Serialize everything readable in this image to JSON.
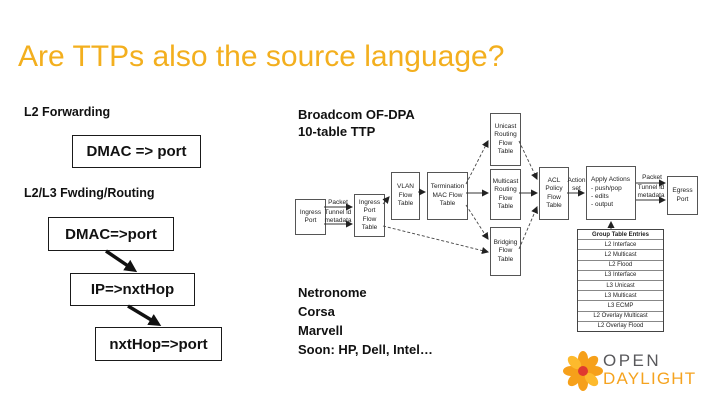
{
  "title": "Are TTPs also the source language?",
  "colors": {
    "title": "#F3AF1E",
    "logo_orange": "#F5A31F",
    "logo_petal": "#F6A01A",
    "logo_petal_alt": "#FDBA2D",
    "logo_center": "#E03A2F",
    "logo_gray": "#59595C"
  },
  "left_column": {
    "heading_l2": "L2 Forwarding",
    "l2_box": "DMAC => port",
    "heading_l2l3": "L2/L3 Fwding/Routing",
    "chain": [
      "DMAC=>port",
      "IP=>nxtHop",
      "nxtHop=>port"
    ]
  },
  "diagram": {
    "heading": "Broadcom OF-DPA\n10-table TTP",
    "nodes": {
      "ingress_port": "Ingress\nPort",
      "ingress_port_flow_table": "Ingress\nPort\nFlow\nTable",
      "vlan_flow_table": "VLAN\nFlow\nTable",
      "termination_mac_flow_table": "Termination\nMAC Flow\nTable",
      "unicast_routing_flow_table": "Unicast\nRouting\nFlow\nTable",
      "multicast_routing_flow_table": "Multicast\nRouting\nFlow\nTable",
      "bridging_flow_table": "Bridging\nFlow\nTable",
      "acl_policy_flow_table": "ACL\nPolicy\nFlow\nTable",
      "apply_actions": "Apply Actions\n- push/pop\n- edits\n- output",
      "egress_port": "Egress\nPort"
    },
    "edge_labels": {
      "packet_in": "Packet",
      "tunnel_in": "Tunnel id\nmetadata",
      "action_set": "Action\nset",
      "packet_out": "Packet",
      "tunnel_out": "Tunnel id\nmetadata"
    },
    "group_table": {
      "header": "Group Table Entries",
      "rows": [
        "L2 Interface",
        "L2 Multicast",
        "L2 Flood",
        "L3 Interface",
        "L3 Unicast",
        "L3 Multicast",
        "L3 ECMP",
        "L2 Overlay Multicast",
        "L2 Overlay Flood"
      ]
    }
  },
  "vendors": [
    "Netronome",
    "Corsa",
    "Marvell",
    "Soon: HP, Dell, Intel…"
  ],
  "logo": {
    "open": "OPEN",
    "daylight": "DAYLIGHT"
  }
}
